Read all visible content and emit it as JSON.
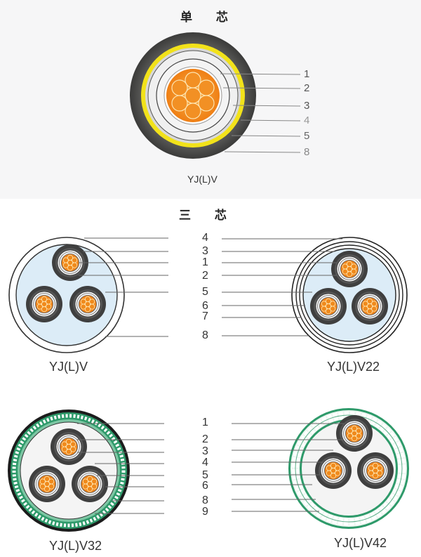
{
  "single_core": {
    "title": "单 芯",
    "model": "YJ(L)V",
    "layer_numbers": [
      "1",
      "2",
      "3",
      "4",
      "5",
      "8"
    ]
  },
  "three_core": {
    "title": "三 芯",
    "top_row": {
      "left_model": "YJ(L)V",
      "right_model": "YJ(L)V22",
      "layer_numbers": [
        "4",
        "3",
        "1",
        "2",
        "5",
        "6",
        "7",
        "8"
      ]
    },
    "bottom_row": {
      "left_model": "YJ(L)V32",
      "right_model": "YJ(L)V42",
      "layer_numbers": [
        "1",
        "2",
        "3",
        "4",
        "5",
        "6",
        "8",
        "9"
      ]
    }
  },
  "colors": {
    "conductor": "#f08a1c",
    "yellow_band": "#f2e21a",
    "sheath_dark": "#4a4a4a",
    "filler_blue": "#dcecf7",
    "armor_green": "#2e9a6a"
  }
}
